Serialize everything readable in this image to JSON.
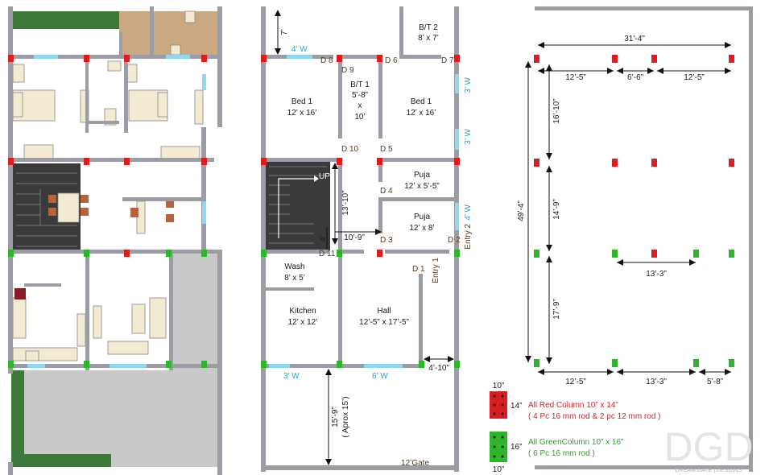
{
  "colors": {
    "wall": "#9c9ca4",
    "red_column": "#d81e1e",
    "green_column": "#2fb52a",
    "window": "#8fd8f0",
    "door_text": "#5a3a1a",
    "lawn": "#3d7a3a",
    "stair": "#3a3a3a",
    "outside": "#c9c9c9",
    "toilet_floor": "#c9a882",
    "furniture": "#f3ead2"
  },
  "plan": {
    "doors": [
      "D 8",
      "D 6",
      "D 7",
      "D 9",
      "D 10",
      "D 5",
      "D 4",
      "D 3",
      "D 2",
      "D 11",
      "D 1"
    ],
    "rooms": {
      "bt2": "B/T 2",
      "bt2_size": "8’ x 7’",
      "bed1_left": "Bed 1",
      "bed1_left_size": "12’ x 16’",
      "bt1": "B/T 1",
      "bt1_size": "5’-8”",
      "bt1_x": "x",
      "bt1_size2": "10’",
      "bed1_right": "Bed 1",
      "bed1_right_size": "12’ x 16’",
      "puja1": "Puja",
      "puja1_size": "12’ x 5’-5”",
      "puja2": "Puja",
      "puja2_size": "12’ x 8’",
      "wash": "Wash",
      "wash_size": "8’ x 5’",
      "kitchen": "Kitchen",
      "kitchen_size": "12’ x 12’",
      "hall": "Hall",
      "hall_size": "12’-5” x 17’-5”"
    },
    "windows": {
      "w_top": "4’ W",
      "w_right1": "3’ W",
      "w_right2": "3’ W",
      "w_right3": "4’ W",
      "w_bottom_left": "3’ W",
      "w_bottom_mid": "6’ W"
    },
    "labels": {
      "up": "UP",
      "entry1": "Entry 1",
      "entry2": "Entry 2",
      "gate": "12’Gate"
    },
    "dims": {
      "d7": "7’",
      "d13_10": "13’-10”",
      "d10_9": "10’-9”",
      "d4": "4’",
      "d4_10": "4’-10”",
      "d15_9": "15’-9”",
      "d_aprox": "( Aprox 15’)"
    }
  },
  "column_layout": {
    "dims": {
      "top_total": "31’-4”",
      "top_a": "12’-5”",
      "top_b": "6’-6”",
      "top_c": "12’-5”",
      "left_total": "49’-4”",
      "left_a": "16’-10”",
      "left_b": "14’-9”",
      "left_c": "17’-9”",
      "mid_span": "13’-3”",
      "bot_a": "12’-5”",
      "bot_b": "13’-3”",
      "bot_c": "5’-8”"
    }
  },
  "legend": {
    "red_w": "10”",
    "red_h": "14”",
    "red_title": "All Red Column 10” x 14”",
    "red_detail": "( 4 Pc 16 mm rod & 2 pc 12 mm rod )",
    "green_h": "16”",
    "green_w": "10”",
    "green_title": "All GreenColumn 10” x 16”",
    "green_detail": "( 6 Pc 16 mm rod )"
  },
  "logo": {
    "mark": "DGD",
    "text": "DREAM GATE | DESIGNS"
  }
}
